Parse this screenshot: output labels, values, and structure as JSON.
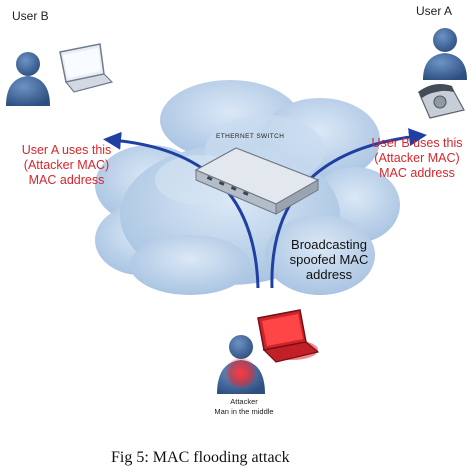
{
  "labels": {
    "user_b": "User B",
    "user_a": "User A",
    "switch": "ETHERNET SWITCH",
    "left_note": "User A uses this\n(Attacker MAC)\nMAC address",
    "right_note": "User B uses this\n(Attacker MAC)\nMAC address",
    "broadcast": "Broadcasting\nspoofed MAC\naddress",
    "attacker": "Attacker\nMan in the middle"
  },
  "caption": "Fig 5: MAC flooding attack",
  "colors": {
    "cloud": "#b7cfe8",
    "arrow": "#1f3fa3",
    "note_text": "#d8262e",
    "person": "#3a5f92",
    "attacker_glow": "#e2262e"
  },
  "icons": [
    "user-b-person-icon",
    "laptop-icon",
    "user-a-person-icon",
    "telephone-icon",
    "ethernet-switch-icon",
    "attacker-person-icon",
    "attacker-laptop-icon"
  ]
}
